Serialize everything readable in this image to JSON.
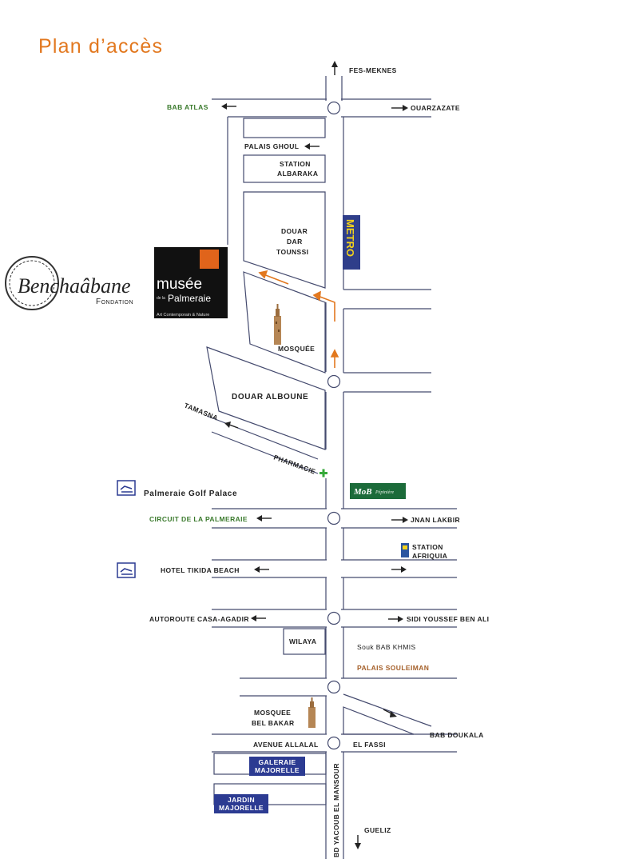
{
  "title": "Plan d’accès",
  "labels": {
    "fes_meknes": "FES-MEKNES",
    "bab_atlas": "BAB ATLAS",
    "ouarzazate": "OUARZAZATE",
    "palais_ghoul": "PALAIS GHOUL",
    "station_albaraka_1": "STATION",
    "station_albaraka_2": "ALBARAKA",
    "douar_dar_1": "DOUAR",
    "douar_dar_2": "DAR",
    "douar_dar_3": "TOUNSSI",
    "metro": "METRO",
    "mosquee": "MOSQUÉE",
    "douar_alboune": "DOUAR ALBOUNE",
    "tamasna": "TAMASNA",
    "pharmacie": "PHARMACIE",
    "palmeraie_golf": "Palmeraie Golf Palace",
    "mob": "MoB",
    "mob_sub": "Pépinière",
    "circuit": "CIRCUIT DE LA PALMERAIE",
    "jnan_lakbir": "JNAN LAKBIR",
    "station_afriquia_1": "STATION",
    "station_afriquia_2": "AFRIQUIA",
    "hotel_tikida": "HOTEL TIKIDA BEACH",
    "autoroute": "AUTOROUTE CASA-AGADIR",
    "sidi_youssef": "SIDI YOUSSEF BEN ALI",
    "wilaya": "WILAYA",
    "souk": "Souk BAB KHMIS",
    "palais_souleiman": "PALAIS SOULEIMAN",
    "mosquee_bel_1": "MOSQUEE",
    "mosquee_bel_2": "BEL BAKAR",
    "bab_doukala": "BAB DOUKALA",
    "avenue_allalal": "AVENUE ALLALAL",
    "el_fassi": "EL FASSI",
    "galerie_1": "GALERAIE",
    "galerie_2": "MAJORELLE",
    "jardin_1": "JARDIN",
    "jardin_2": "MAJORELLE",
    "bd_yacoub": "BD YACOUB EL MANSOUR",
    "gueliz": "GUELIZ"
  },
  "logos": {
    "benchaabane": "Benchaâbane",
    "fondation": "Fondation",
    "musee": "musée",
    "de_la": "de la",
    "palmeraie": "Palmeraie",
    "art_contemporain": "Art Contemporain & Nature"
  },
  "colors": {
    "title": "#e2781f",
    "road": "#444a6e",
    "route_arrow": "#e2781f",
    "green_label": "#3a7a2c",
    "blue_box": "#2c3b92",
    "metro_bg": "#2f3e8a",
    "metro_text": "#f3d21b",
    "mob_bg": "#1c6b3a",
    "pharmacy": "#36a93a"
  }
}
